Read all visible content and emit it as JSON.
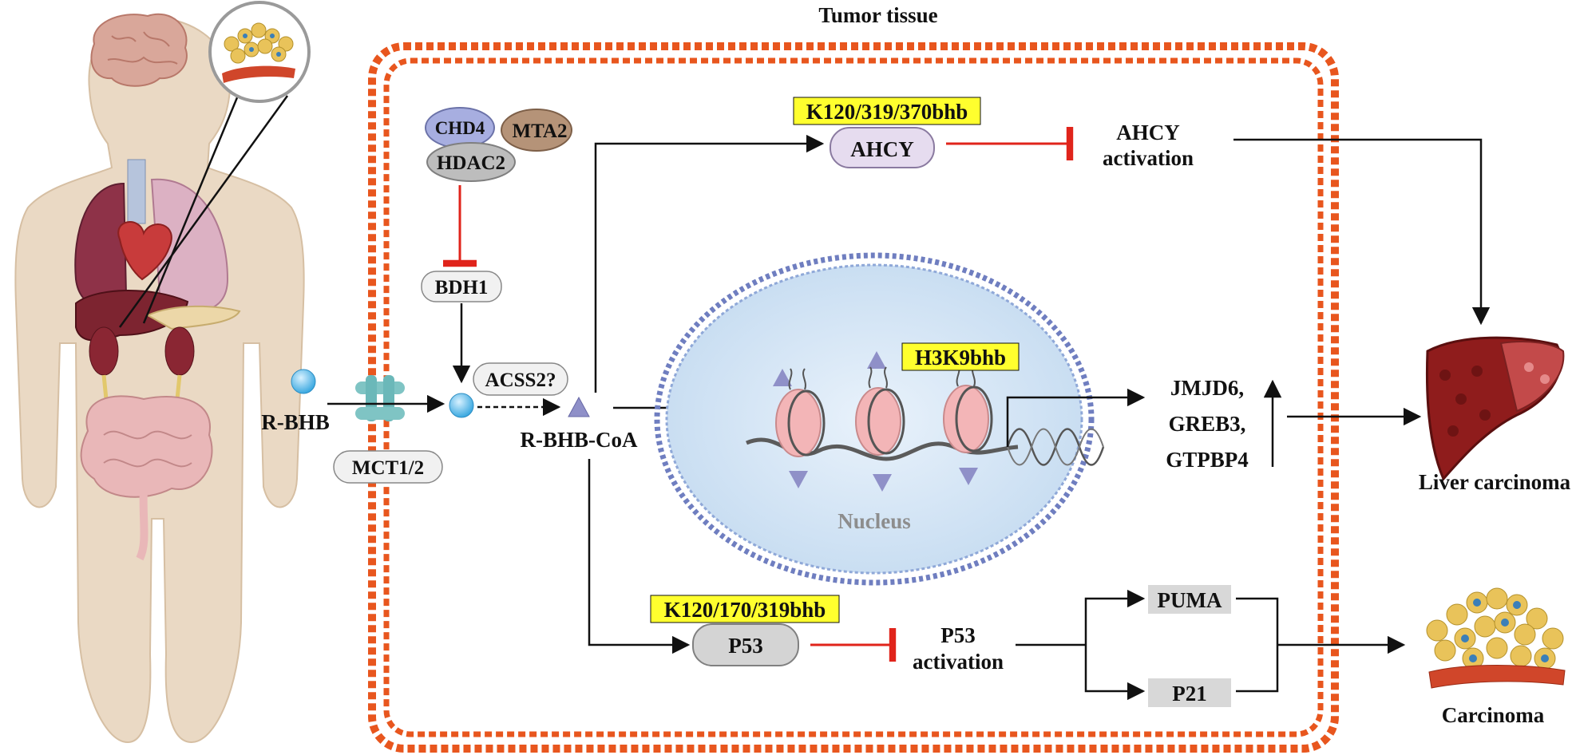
{
  "title": "Tumor tissue",
  "complex": {
    "chd4": "CHD4",
    "mta2": "MTA2",
    "hdac2": "HDAC2"
  },
  "bdh1": "BDH1",
  "rbhb": "R-BHB",
  "mct": "MCT1/2",
  "acss2": "ACSS2?",
  "rbhb_coa": "R-BHB-CoA",
  "ahcy": {
    "site": "K120/319/370bhb",
    "name": "AHCY",
    "activation_1": "AHCY",
    "activation_2": "activation"
  },
  "h3k9": "H3K9bhb",
  "nucleus": "Nucleus",
  "genes": [
    "JMJD6,",
    "GREB3,",
    "GTPBP4"
  ],
  "liver": "Liver carcinoma",
  "p53": {
    "site": "K120/170/319bhb",
    "name": "P53",
    "activation_1": "P53",
    "activation_2": "activation"
  },
  "puma": "PUMA",
  "p21": "P21",
  "carcinoma": "Carcinoma",
  "colors": {
    "membrane": "#e8561e",
    "highlight": "#ffff2e",
    "inhibit": "#e0241b",
    "nucleus_fill": "#cfe3f5",
    "nucleus_border": "#6f7ec0",
    "ahcy_fill": "#e6dcef",
    "p53_fill": "#d4d4d4",
    "chd4_fill": "#a7aee0",
    "mta2_fill": "#b59378",
    "hdac2_fill": "#bdbdbd",
    "liver_fill": "#8f1c1c",
    "skin": "#ead9c4"
  }
}
